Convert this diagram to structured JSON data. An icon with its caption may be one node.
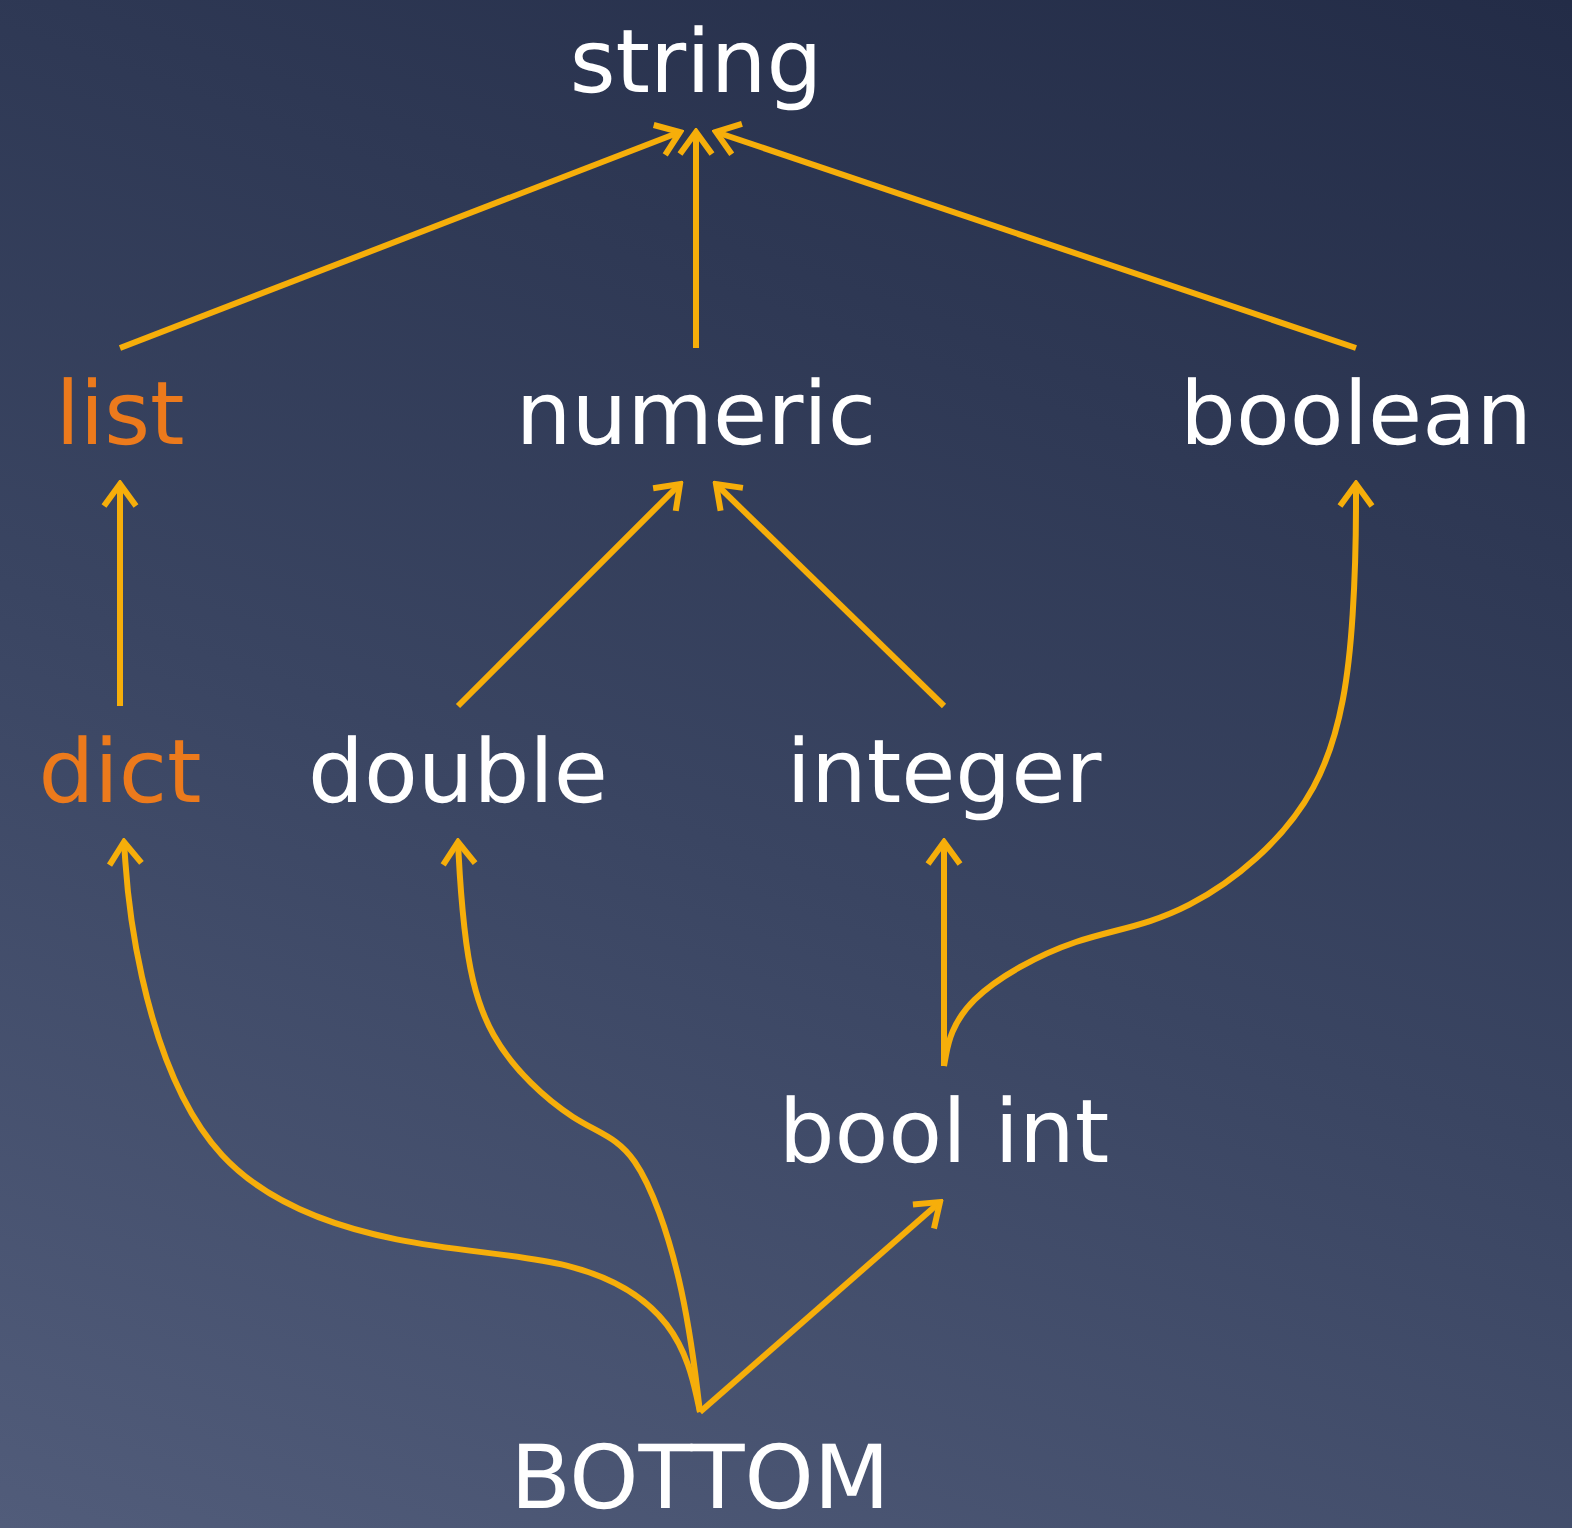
{
  "diagram": {
    "nodes": [
      {
        "text": [
          "string"
        ]
      },
      {
        "text": [
          "list"
        ]
      },
      {
        "text": [
          "numeric"
        ]
      },
      {
        "text": [
          "boolean"
        ]
      },
      {
        "text": [
          "dict"
        ]
      },
      {
        "text": [
          "double"
        ]
      },
      {
        "text": [
          "integer"
        ]
      },
      {
        "text": [
          "bool int"
        ]
      },
      {
        "text": [
          "BOTTOM"
        ]
      }
    ],
    "edges": [
      {
        "from": 1,
        "to": 0,
        "arrow": "to"
      },
      {
        "from": 2,
        "to": 0,
        "arrow": "to"
      },
      {
        "from": 3,
        "to": 0,
        "arrow": "to"
      },
      {
        "from": 4,
        "to": 1,
        "arrow": "to"
      },
      {
        "from": 5,
        "to": 2,
        "arrow": "to"
      },
      {
        "from": 6,
        "to": 2,
        "arrow": "to"
      },
      {
        "from": 7,
        "to": 6,
        "arrow": "to"
      },
      {
        "from": 7,
        "to": 3,
        "arrow": "to"
      },
      {
        "from": 8,
        "to": 4,
        "arrow": "to"
      },
      {
        "from": 8,
        "to": 5,
        "arrow": "to"
      },
      {
        "from": 8,
        "to": 7,
        "arrow": "to"
      }
    ]
  }
}
